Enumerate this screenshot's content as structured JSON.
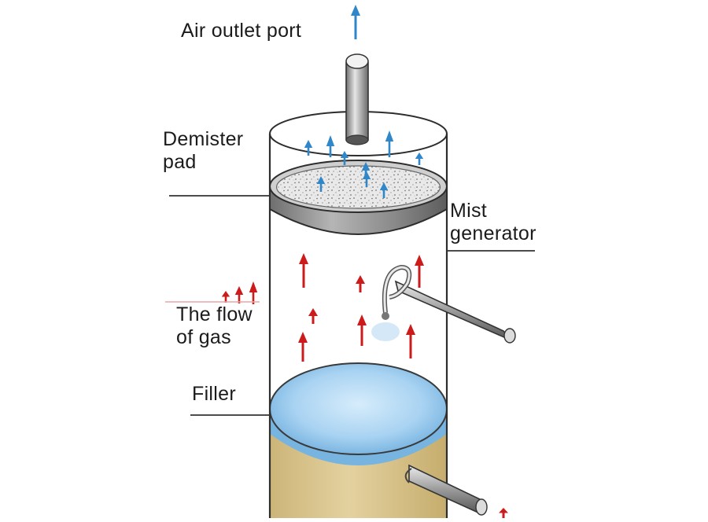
{
  "labels": {
    "air_outlet": "Air outlet port",
    "demister_pad": "Demister\npad",
    "mist_generator": "Mist\ngenerator",
    "flow_of_gas": "The flow\nof gas",
    "filler": "Filler"
  },
  "colors": {
    "gas_flow_arrow": "#cc1b1b",
    "air_flow_arrow": "#2f86c8",
    "liquid_water": "#8fc3ea",
    "filler_sediment": "#d9c68f",
    "demister_band": "#8e8e8e",
    "pipe": "#9c9c9c",
    "leader_line": "#333333"
  }
}
